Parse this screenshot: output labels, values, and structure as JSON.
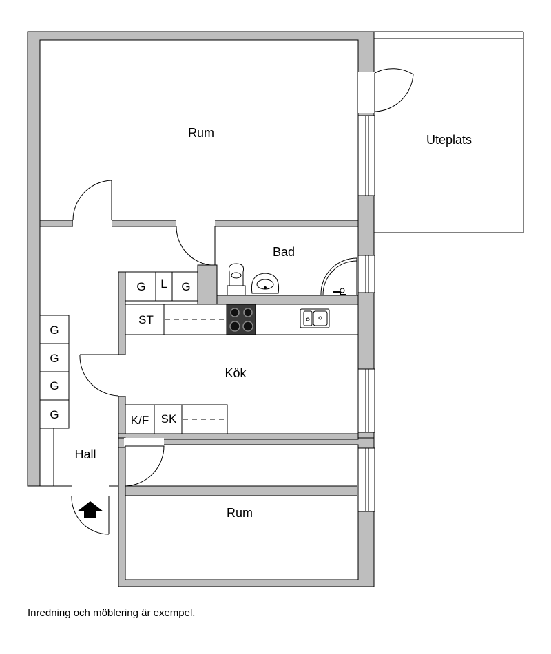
{
  "colors": {
    "wall": "#bebebe",
    "line": "#000000",
    "stove": "#3a3a3a",
    "background": "#ffffff"
  },
  "rooms": {
    "rum_top": "Rum",
    "uteplats": "Uteplats",
    "bad": "Bad",
    "kok": "Kök",
    "hall": "Hall",
    "rum_bottom": "Rum"
  },
  "fixtures": {
    "g": "G",
    "l": "L",
    "st": "ST",
    "kf": "K/F",
    "sk": "SK"
  },
  "icons": [
    "entrance-arrow-icon",
    "toilet-icon",
    "washbasin-icon",
    "stove-icon",
    "sink-icon",
    "shower-icon"
  ],
  "note": "Inredning och möblering är exempel."
}
